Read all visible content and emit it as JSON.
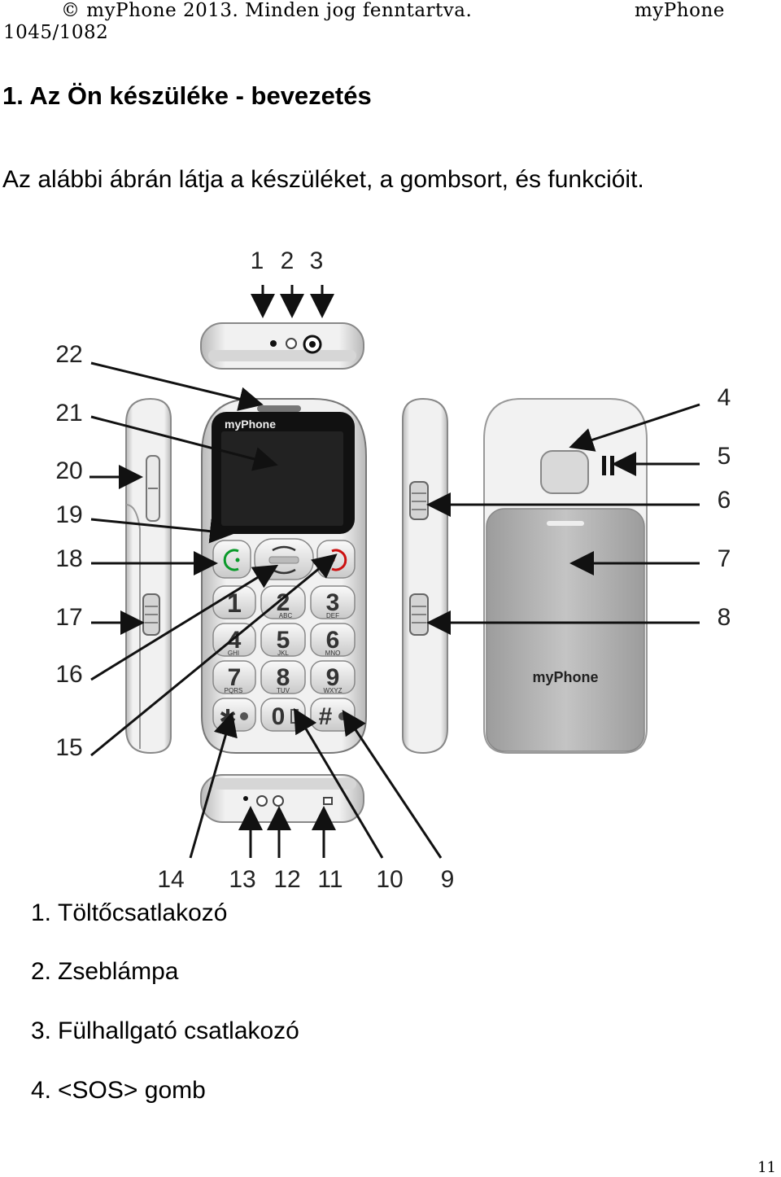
{
  "header": {
    "copyright": "© myPhone 2013. Minden jog fenntartva.",
    "brand": "myPhone",
    "model": "1045/1082"
  },
  "section_title": "1. Az Ön készüléke - bevezetés",
  "intro": "Az alábbi ábrán látja a készüléket, a gombsort, és funkcióit.",
  "figure": {
    "callouts": {
      "c1": "1",
      "c2": "2",
      "c3": "3",
      "c4": "4",
      "c5": "5",
      "c6": "6",
      "c7": "7",
      "c8": "8",
      "c9": "9",
      "c10": "10",
      "c11": "11",
      "c12": "12",
      "c13": "13",
      "c14": "14",
      "c15": "15",
      "c16": "16",
      "c17": "17",
      "c18": "18",
      "c19": "19",
      "c20": "20",
      "c21": "21",
      "c22": "22"
    },
    "logo_text": "myPhone",
    "keys": {
      "k1": "1",
      "k2": "2",
      "k2s": "ABC",
      "k3": "3",
      "k3s": "DEF",
      "k4": "4",
      "k4s": "GHI",
      "k5": "5",
      "k5s": "JKL",
      "k6": "6",
      "k6s": "MNO",
      "k7": "7",
      "k7s": "PQRS",
      "k8": "8",
      "k8s": "TUV",
      "k9": "9",
      "k9s": "WXYZ",
      "kstar": "✱",
      "k0": "0",
      "khash": "#"
    }
  },
  "legend": [
    {
      "num": "1.",
      "text": "Töltőcsatlakozó"
    },
    {
      "num": "2.",
      "text": "Zseblámpa"
    },
    {
      "num": "3.",
      "text": "Fülhallgató csatlakozó"
    },
    {
      "num": "4.",
      "text": "<SOS> gomb"
    }
  ],
  "page_number": "11"
}
